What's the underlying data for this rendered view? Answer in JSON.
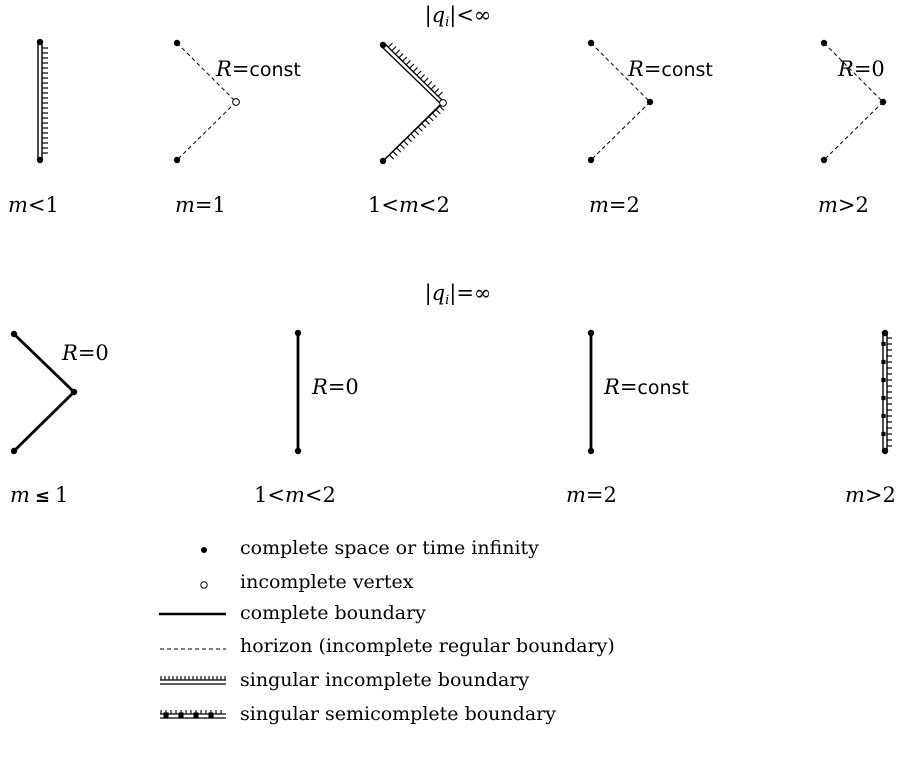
{
  "top_section": {
    "heading": "|q_i|<∞",
    "panels": [
      {
        "caption_var": "m",
        "caption_op": "<",
        "caption_num": "1"
      },
      {
        "caption_var": "m",
        "caption_op": "=",
        "caption_num": "1",
        "label_var": "R",
        "label_eq": "=",
        "label_val": "const"
      },
      {
        "caption_pre": "1<",
        "caption_var": "m",
        "caption_op": "<",
        "caption_num": "2"
      },
      {
        "caption_var": "m",
        "caption_op": "=",
        "caption_num": "2",
        "label_var": "R",
        "label_eq": "=",
        "label_val": "const"
      },
      {
        "caption_var": "m",
        "caption_op": ">",
        "caption_num": "2",
        "label_var": "R",
        "label_eq": "=",
        "label_val": "0"
      }
    ]
  },
  "bottom_section": {
    "heading": "|q_i|=∞",
    "panels": [
      {
        "caption_var": "m",
        "caption_op": "≤",
        "caption_num": "1",
        "label_var": "R",
        "label_eq": "=",
        "label_val": "0"
      },
      {
        "caption_pre": "1<",
        "caption_var": "m",
        "caption_op": "<",
        "caption_num": "2",
        "label_var": "R",
        "label_eq": "=",
        "label_val": "0"
      },
      {
        "caption_var": "m",
        "caption_op": "=",
        "caption_num": "2",
        "label_var": "R",
        "label_eq": "=",
        "label_val": "const"
      },
      {
        "caption_var": "m",
        "caption_op": ">",
        "caption_num": "2"
      }
    ]
  },
  "legend": {
    "items": [
      {
        "symbol": "filled-dot",
        "text": "complete space or time infinity"
      },
      {
        "symbol": "open-dot",
        "text": "incomplete vertex"
      },
      {
        "symbol": "solid-line",
        "text": "complete boundary"
      },
      {
        "symbol": "dashed-line",
        "text": "horizon (incomplete regular boundary)"
      },
      {
        "symbol": "hatched-line",
        "text": "singular incomplete boundary"
      },
      {
        "symbol": "block-hatched-line",
        "text": "singular semicomplete boundary"
      }
    ]
  }
}
